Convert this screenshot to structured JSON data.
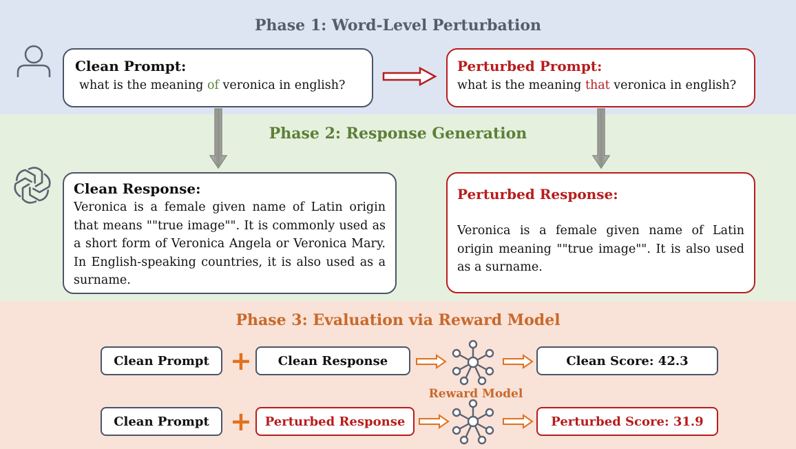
{
  "phase1": {
    "title": "Phase 1: Word-Level Perturbation",
    "clean_prompt": {
      "title": "Clean Prompt:",
      "text_before": "what is the meaning ",
      "highlight": "of",
      "text_after": " veronica in english?"
    },
    "perturbed_prompt": {
      "title": "Perturbed Prompt:",
      "text_before": "what is the meaning ",
      "highlight": "that",
      "text_after": " veronica in english?"
    }
  },
  "phase2": {
    "title": "Phase 2: Response Generation",
    "clean_response": {
      "title": "Clean Response:",
      "text": "Veronica is a female given name of Latin origin that means \"\"true image\"\". It is commonly used as a short form of Veronica Angela or Veronica Mary. In English-speaking countries, it is also used as a surname."
    },
    "perturbed_response": {
      "title": "Perturbed Response:",
      "text": "Veronica is a female given name of Latin origin meaning \"\"true image\"\". It is also used as a surname."
    }
  },
  "phase3": {
    "title": "Phase 3: Evaluation via Reward Model",
    "row1": {
      "prompt": "Clean Prompt",
      "response": "Clean Response",
      "score": "Clean Score: 42.3"
    },
    "row2": {
      "prompt": "Clean Prompt",
      "response": "Perturbed Response",
      "score": "Perturbed Score: 31.9"
    },
    "plus": "+",
    "reward_model_label": "Reward Model"
  },
  "colors": {
    "phase1_bg": "#dde5f2",
    "phase2_bg": "#e6f0df",
    "phase3_bg": "#f9e2d7",
    "red": "#b81c1c",
    "green": "#5c7f36",
    "orange": "#e0711e"
  },
  "icons": [
    "user-icon",
    "openai-logo-icon",
    "neural-network-icon",
    "arrow-right-icon",
    "arrow-down-icon"
  ]
}
